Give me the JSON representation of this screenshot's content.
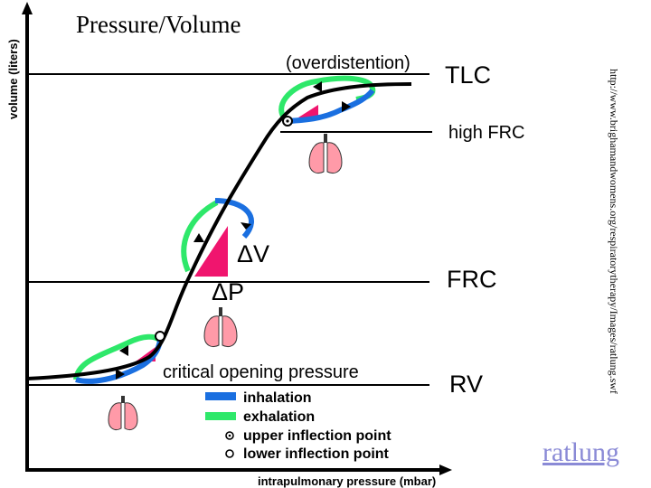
{
  "slide": {
    "title": "Pressure/Volume",
    "source_url": "http://www.brighamandwomens.org/respiratorytherapy/Images/ratlung.swf",
    "link_text": "ratlung"
  },
  "diagram": {
    "y_axis_label": "volume (liters)",
    "x_axis_label": "intrapulmonary pressure (mbar)",
    "levels": {
      "tlc": "TLC",
      "high_frc": "high FRC",
      "frc": "FRC",
      "rv": "RV"
    },
    "annotations": {
      "overdistention": "(overdistention)",
      "critical_opening": "critical opening pressure",
      "delta_v": "ΔV",
      "delta_p": "ΔP"
    },
    "legend": [
      {
        "label": "inhalation",
        "color": "#1a6fe0"
      },
      {
        "label": "exhalation",
        "color": "#2ee86a"
      },
      {
        "label": "upper inflection point",
        "symbol": "dotted-circle"
      },
      {
        "label": "lower inflection point",
        "symbol": "open-circle"
      }
    ],
    "colors": {
      "inhalation": "#1a6fe0",
      "exhalation": "#2ee86a",
      "triangle": "#f0156e",
      "lung": "#ff9aa8"
    }
  }
}
